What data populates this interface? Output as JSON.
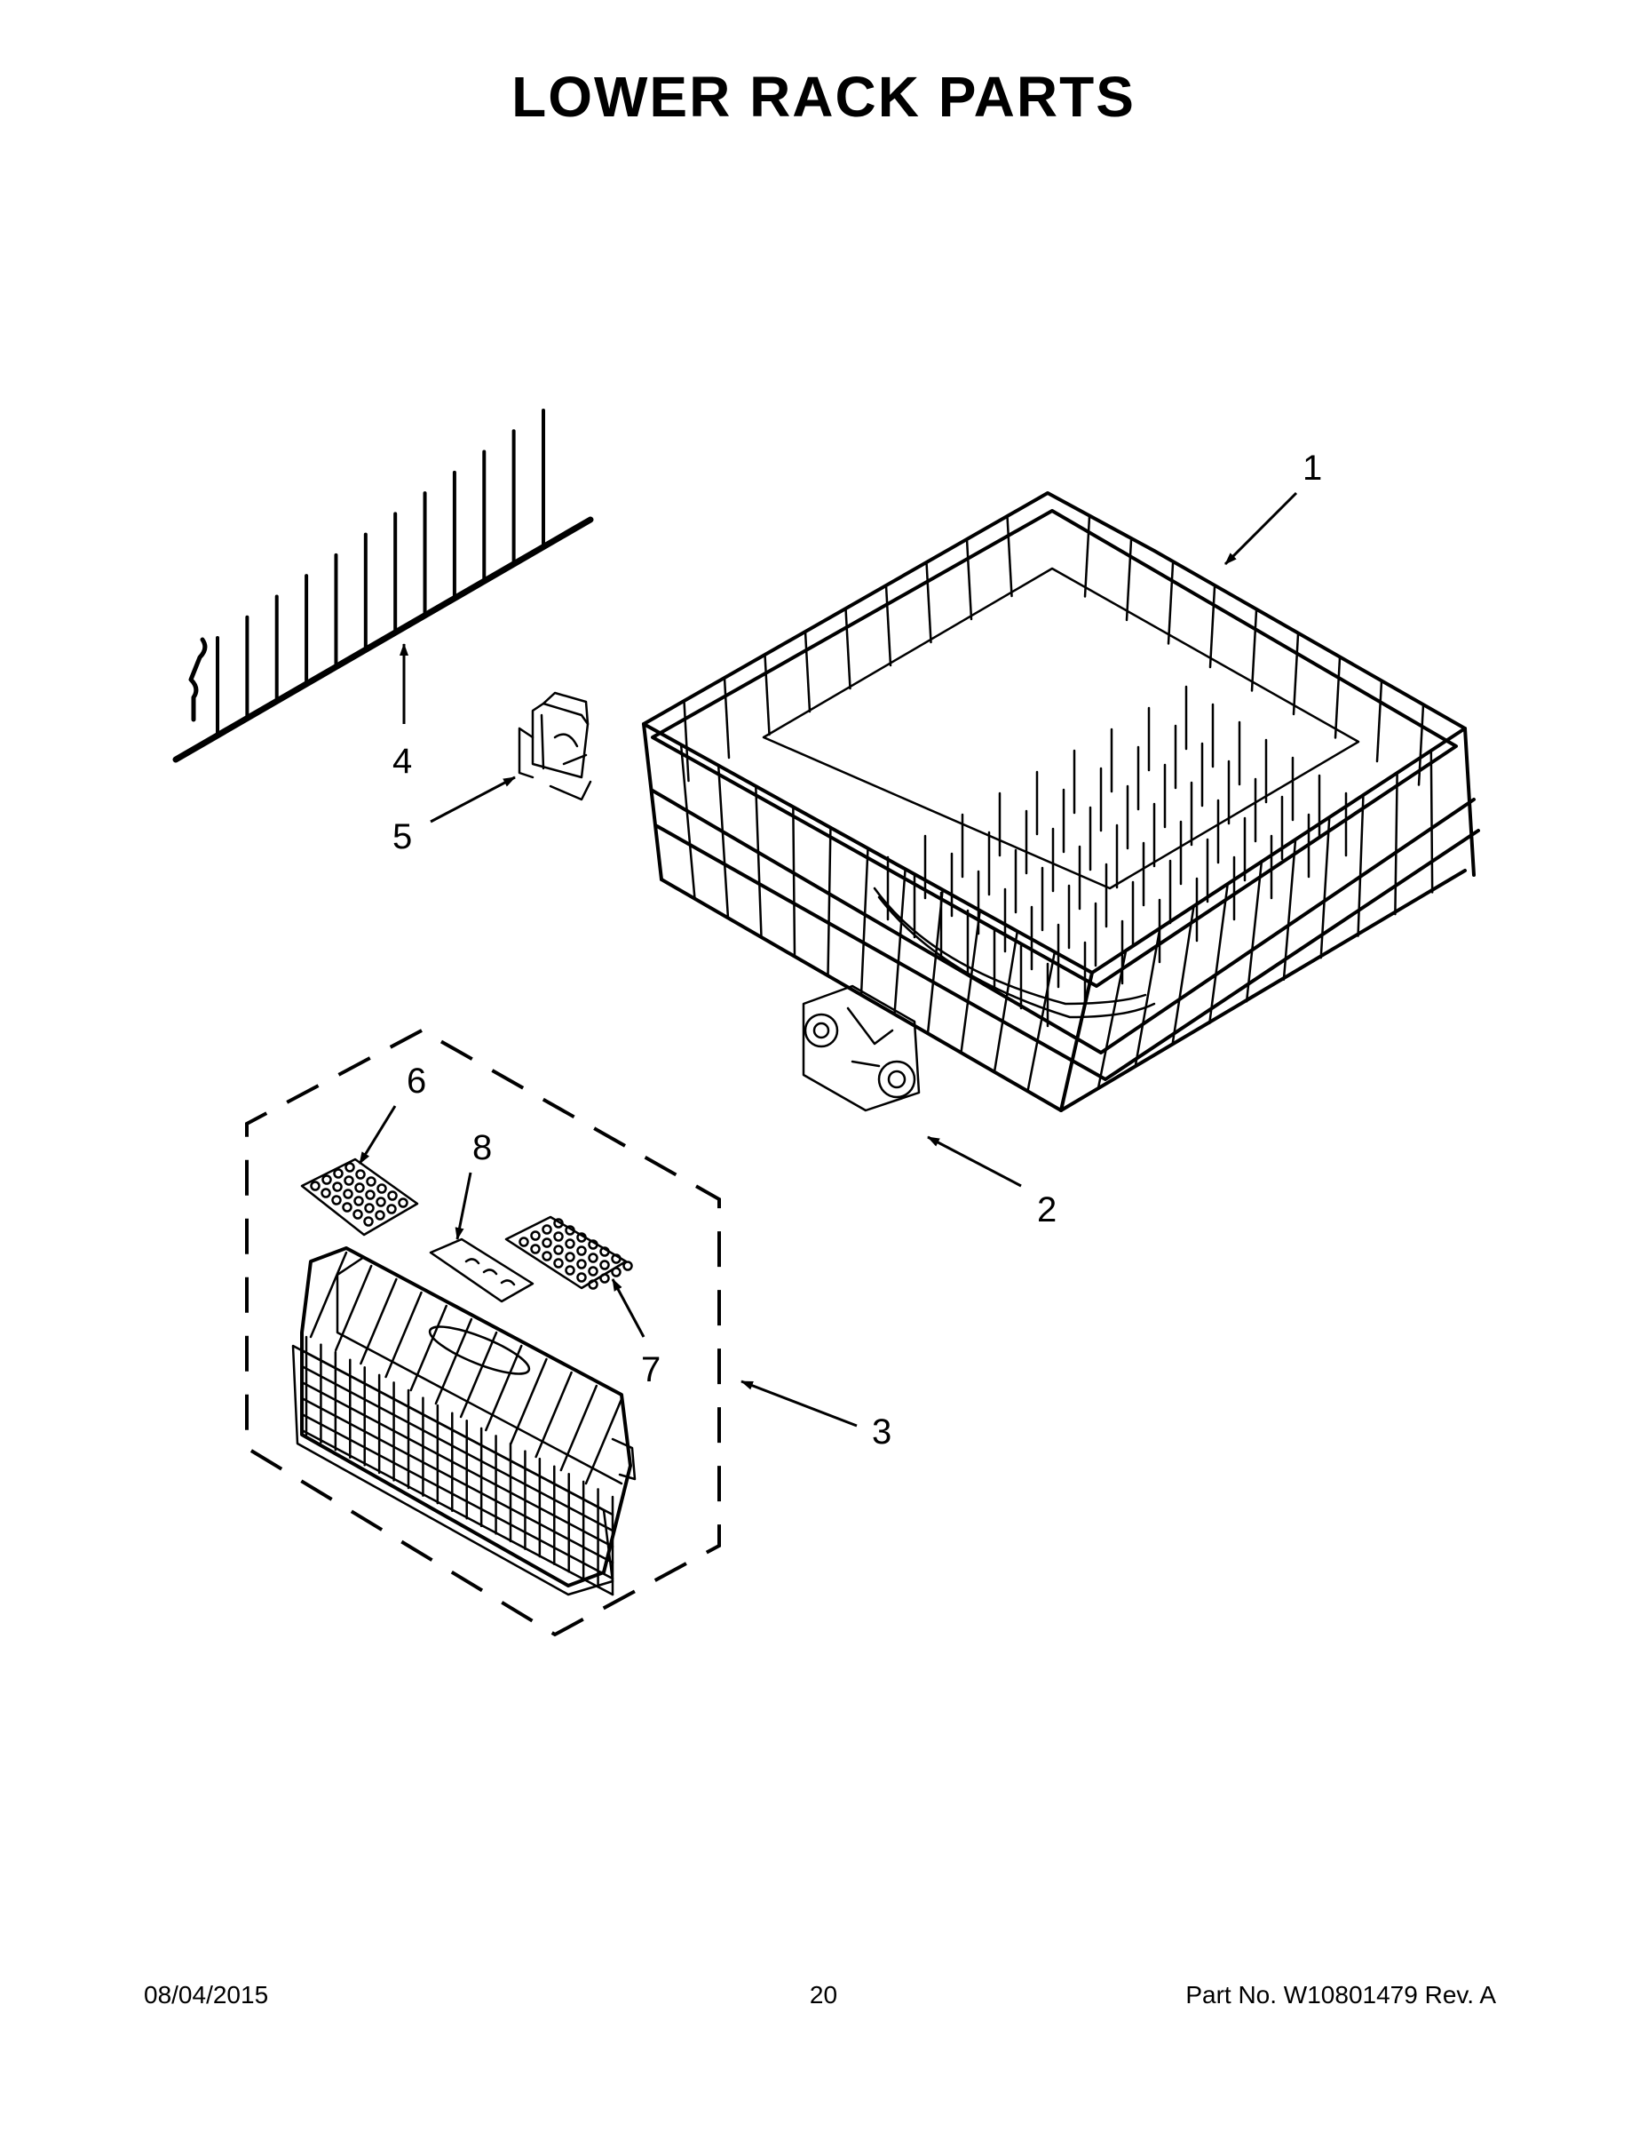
{
  "title": "LOWER RACK PARTS",
  "callouts": {
    "c1": "1",
    "c2": "2",
    "c3": "3",
    "c4": "4",
    "c5": "5",
    "c6": "6",
    "c7": "7",
    "c8": "8"
  },
  "footer": {
    "date": "08/04/2015",
    "page": "20",
    "part": "Part No.  W10801479  Rev.  A"
  }
}
